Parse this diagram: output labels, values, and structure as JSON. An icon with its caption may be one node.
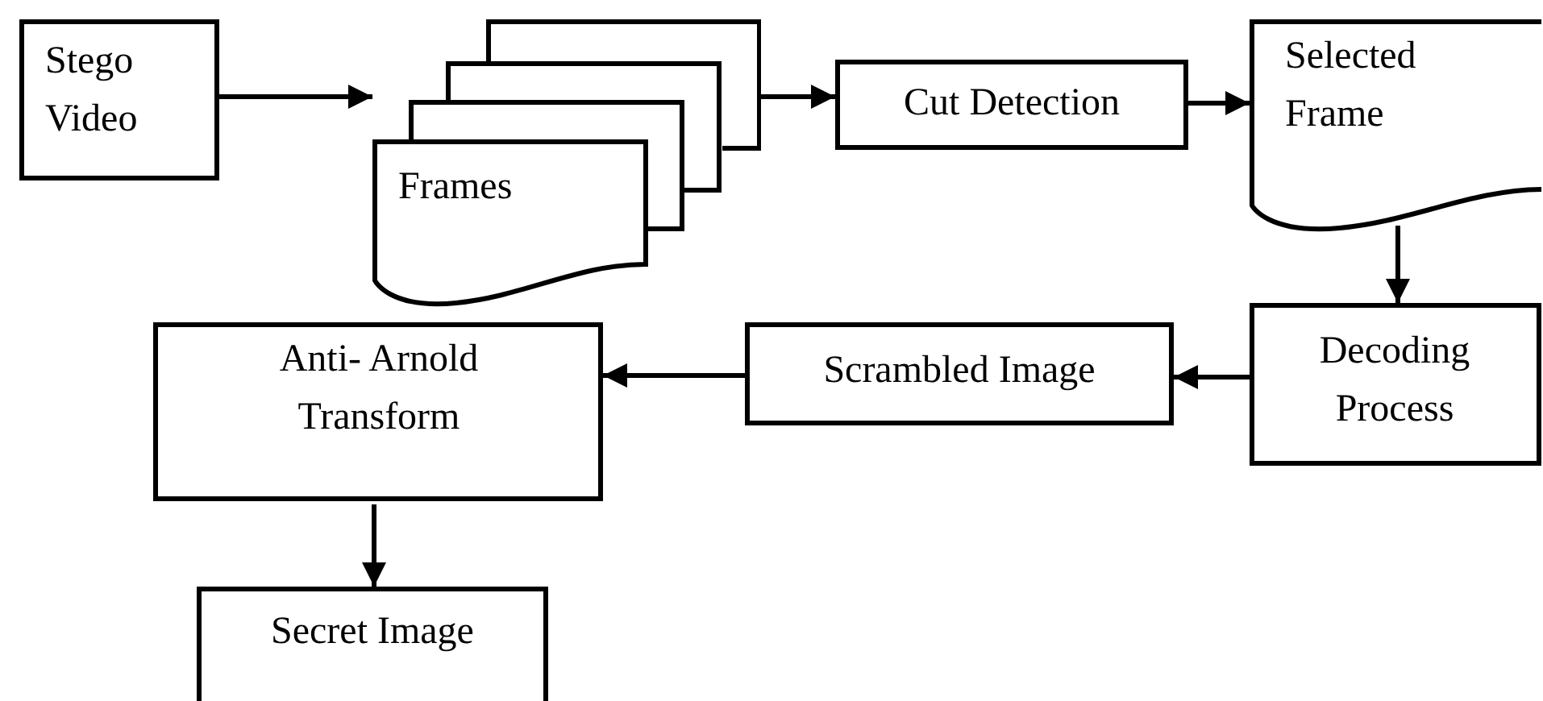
{
  "diagram": {
    "nodes": [
      {
        "text": [
          "Stego Video"
        ]
      },
      {
        "text": [
          "Frames"
        ]
      },
      {
        "text": [
          "Cut Detection"
        ]
      },
      {
        "text": [
          "Selected Frame"
        ]
      },
      {
        "text": [
          "Decoding Process"
        ]
      },
      {
        "text": [
          "Scrambled Image"
        ]
      },
      {
        "text": [
          "Anti- Arnold Transform"
        ]
      },
      {
        "text": [
          "Secret Image"
        ]
      }
    ],
    "edges": [
      {
        "from": 0,
        "to": 1,
        "arrow": "to"
      },
      {
        "from": 1,
        "to": 2,
        "arrow": "to"
      },
      {
        "from": 2,
        "to": 3,
        "arrow": "to"
      },
      {
        "from": 3,
        "to": 4,
        "arrow": "to"
      },
      {
        "from": 4,
        "to": 5,
        "arrow": "to"
      },
      {
        "from": 5,
        "to": 6,
        "arrow": "to"
      },
      {
        "from": 6,
        "to": 7,
        "arrow": "to"
      }
    ]
  }
}
